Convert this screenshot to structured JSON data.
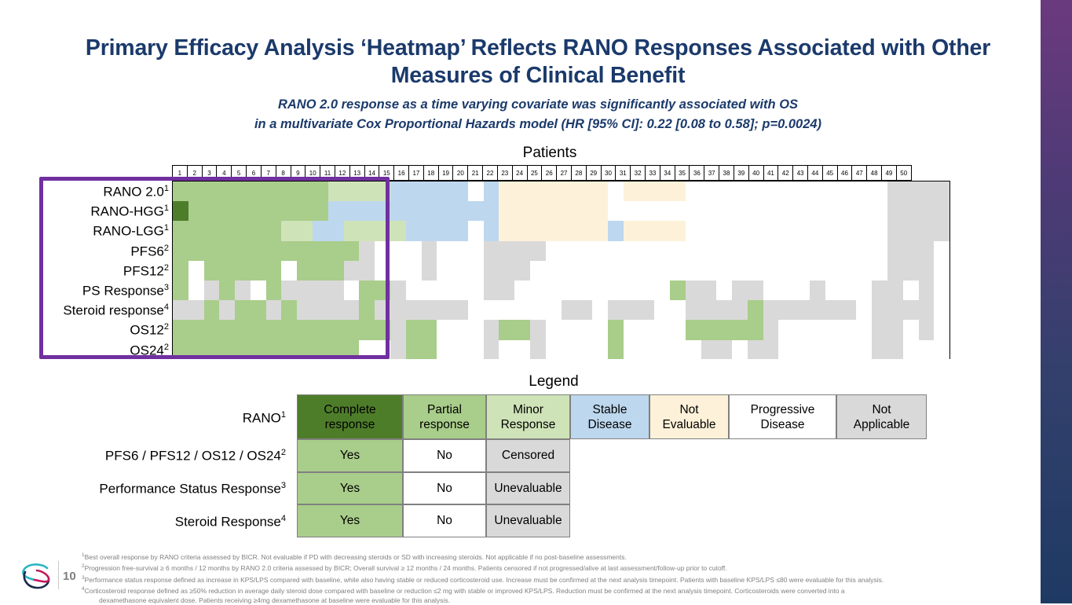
{
  "slide": {
    "title": "Primary Efficacy Analysis ‘Heatmap’ Reflects RANO Responses Associated with Other Measures of Clinical Benefit",
    "subtitle_line1": "RANO 2.0 response as a time varying covariate was significantly associated with OS",
    "subtitle_line2": "in a multivariate Cox Proportional Hazards model (HR [95% CI]: 0.22 [0.08 to 0.58]; p=0.0024)",
    "page_number": "10",
    "title_color": "#1b3a6b",
    "accent_box_color": "#7030a0"
  },
  "heatmap": {
    "axis_title": "Patients",
    "patient_numbers": [
      1,
      2,
      3,
      4,
      5,
      6,
      7,
      8,
      9,
      10,
      11,
      12,
      13,
      14,
      15,
      16,
      17,
      18,
      19,
      20,
      21,
      22,
      23,
      24,
      25,
      26,
      27,
      28,
      29,
      30,
      31,
      32,
      33,
      34,
      35,
      36,
      37,
      38,
      39,
      40,
      41,
      42,
      43,
      44,
      45,
      46,
      47,
      48,
      49,
      50
    ],
    "row_labels": [
      {
        "text": "RANO 2.0",
        "sup": "1"
      },
      {
        "text": "RANO-HGG",
        "sup": "1"
      },
      {
        "text": "RANO-LGG",
        "sup": "1"
      },
      {
        "text": "PFS6",
        "sup": "2"
      },
      {
        "text": "PFS12",
        "sup": "2"
      },
      {
        "text": "PS Response",
        "sup": "3"
      },
      {
        "text": "Steroid response",
        "sup": "4"
      },
      {
        "text": "OS12",
        "sup": "2"
      },
      {
        "text": "OS24",
        "sup": "2"
      }
    ],
    "palette": {
      "complete_response": "#4e7d2a",
      "partial_response": "#a9cd8a",
      "minor_response": "#cfe3b8",
      "stable_disease": "#bdd7ee",
      "not_evaluable": "#fdf2d9",
      "progressive_disease": "#ffffff",
      "not_applicable": "#d9d9d9",
      "yes": "#a9cd8a",
      "no": "#ffffff",
      "censored": "#d9d9d9"
    },
    "legend_keys": [
      "CR",
      "PR",
      "MR",
      "SD",
      "NE",
      "PD",
      "NA"
    ],
    "rows": [
      {
        "label": "RANO 2.0",
        "cells": [
          "PR",
          "PR",
          "PR",
          "PR",
          "PR",
          "PR",
          "PR",
          "PR",
          "PR",
          "PR",
          "MR",
          "MR",
          "MR",
          "MR",
          "SD",
          "SD",
          "SD",
          "SD",
          "SD",
          "PD",
          "SD",
          "NE",
          "NE",
          "NE",
          "NE",
          "NE",
          "NE",
          "NE",
          "PD",
          "NE",
          "NE",
          "NE",
          "NE",
          "PD",
          "PD",
          "PD",
          "PD",
          "PD",
          "PD",
          "PD",
          "PD",
          "PD",
          "PD",
          "PD",
          "PD",
          "PD",
          "NA",
          "NA",
          "NA",
          "NA"
        ]
      },
      {
        "label": "RANO-HGG",
        "cells": [
          "CR",
          "PR",
          "PR",
          "PR",
          "PR",
          "PR",
          "PR",
          "PR",
          "PR",
          "PR",
          "SD",
          "SD",
          "SD",
          "SD",
          "SD",
          "SD",
          "SD",
          "SD",
          "SD",
          "SD",
          "SD",
          "NE",
          "NE",
          "NE",
          "NE",
          "NE",
          "NE",
          "NE",
          "PD",
          "PD",
          "PD",
          "PD",
          "PD",
          "PD",
          "PD",
          "PD",
          "PD",
          "PD",
          "PD",
          "PD",
          "PD",
          "PD",
          "PD",
          "PD",
          "PD",
          "PD",
          "NA",
          "NA",
          "NA",
          "NA"
        ]
      },
      {
        "label": "RANO-LGG",
        "cells": [
          "PR",
          "PR",
          "PR",
          "PR",
          "PR",
          "PR",
          "PR",
          "MR",
          "MR",
          "SD",
          "SD",
          "MR",
          "MR",
          "MR",
          "MR",
          "SD",
          "SD",
          "SD",
          "SD",
          "PD",
          "SD",
          "NE",
          "NE",
          "NE",
          "NE",
          "NE",
          "NE",
          "NE",
          "SD",
          "NE",
          "NE",
          "NE",
          "NE",
          "PD",
          "PD",
          "PD",
          "PD",
          "PD",
          "PD",
          "PD",
          "PD",
          "PD",
          "PD",
          "PD",
          "PD",
          "PD",
          "NA",
          "NA",
          "NA",
          "NA"
        ]
      },
      {
        "label": "PFS6",
        "cells": [
          "yes",
          "yes",
          "yes",
          "yes",
          "yes",
          "yes",
          "yes",
          "yes",
          "yes",
          "yes",
          "yes",
          "yes",
          "censored",
          "no",
          "no",
          "no",
          "censored",
          "no",
          "no",
          "no",
          "censored",
          "censored",
          "censored",
          "censored",
          "no",
          "no",
          "no",
          "no",
          "no",
          "no",
          "no",
          "no",
          "no",
          "no",
          "no",
          "no",
          "no",
          "no",
          "no",
          "no",
          "no",
          "no",
          "no",
          "no",
          "no",
          "no",
          "censored",
          "censored",
          "censored",
          "no"
        ]
      },
      {
        "label": "PFS12",
        "cells": [
          "yes",
          "no",
          "yes",
          "yes",
          "yes",
          "yes",
          "yes",
          "no",
          "yes",
          "yes",
          "yes",
          "censored",
          "censored",
          "no",
          "no",
          "no",
          "censored",
          "no",
          "no",
          "no",
          "censored",
          "censored",
          "censored",
          "no",
          "no",
          "no",
          "no",
          "no",
          "no",
          "no",
          "no",
          "no",
          "no",
          "no",
          "no",
          "no",
          "no",
          "no",
          "no",
          "no",
          "no",
          "no",
          "no",
          "no",
          "no",
          "no",
          "censored",
          "censored",
          "censored",
          "no"
        ]
      },
      {
        "label": "PS Response",
        "cells": [
          "yes",
          "no",
          "censored",
          "yes",
          "censored",
          "no",
          "yes",
          "censored",
          "censored",
          "censored",
          "censored",
          "no",
          "yes",
          "yes",
          "censored",
          "no",
          "no",
          "no",
          "no",
          "no",
          "censored",
          "censored",
          "no",
          "no",
          "no",
          "no",
          "no",
          "no",
          "no",
          "no",
          "no",
          "no",
          "yes",
          "censored",
          "censored",
          "no",
          "censored",
          "censored",
          "no",
          "no",
          "no",
          "censored",
          "no",
          "no",
          "no",
          "censored",
          "censored",
          "no",
          "censored",
          "no"
        ]
      },
      {
        "label": "Steroid response",
        "cells": [
          "censored",
          "censored",
          "yes",
          "censored",
          "yes",
          "yes",
          "censored",
          "yes",
          "censored",
          "censored",
          "censored",
          "censored",
          "yes",
          "censored",
          "censored",
          "censored",
          "censored",
          "censored",
          "censored",
          "no",
          "no",
          "no",
          "no",
          "no",
          "no",
          "censored",
          "censored",
          "no",
          "censored",
          "censored",
          "censored",
          "no",
          "no",
          "censored",
          "censored",
          "censored",
          "censored",
          "yes",
          "censored",
          "censored",
          "censored",
          "censored",
          "censored",
          "censored",
          "no",
          "censored",
          "censored",
          "censored",
          "censored",
          "no"
        ]
      },
      {
        "label": "OS12",
        "cells": [
          "yes",
          "yes",
          "yes",
          "yes",
          "yes",
          "yes",
          "yes",
          "yes",
          "yes",
          "yes",
          "yes",
          "yes",
          "yes",
          "yes",
          "censored",
          "yes",
          "yes",
          "no",
          "no",
          "no",
          "censored",
          "yes",
          "yes",
          "censored",
          "no",
          "no",
          "no",
          "no",
          "yes",
          "no",
          "no",
          "no",
          "no",
          "yes",
          "yes",
          "yes",
          "yes",
          "yes",
          "censored",
          "no",
          "no",
          "no",
          "no",
          "no",
          "no",
          "censored",
          "censored",
          "no",
          "censored",
          "no"
        ]
      },
      {
        "label": "OS24",
        "cells": [
          "yes",
          "yes",
          "yes",
          "yes",
          "yes",
          "yes",
          "yes",
          "yes",
          "yes",
          "yes",
          "yes",
          "yes",
          "no",
          "no",
          "censored",
          "yes",
          "yes",
          "no",
          "no",
          "no",
          "censored",
          "no",
          "no",
          "censored",
          "no",
          "no",
          "no",
          "no",
          "yes",
          "no",
          "no",
          "no",
          "no",
          "no",
          "censored",
          "censored",
          "no",
          "censored",
          "censored",
          "no",
          "no",
          "no",
          "no",
          "no",
          "no",
          "censored",
          "censored",
          "no",
          "no",
          "no"
        ]
      }
    ]
  },
  "legend": {
    "title": "Legend",
    "row_labels": [
      {
        "text": "RANO",
        "sup": "1"
      },
      {
        "text": "PFS6 / PFS12 / OS12 / OS24",
        "sup": "2"
      },
      {
        "text": "Performance Status Response",
        "sup": "3"
      },
      {
        "text": "Steroid Response",
        "sup": "4"
      }
    ],
    "header_cells": [
      {
        "line1": "Complete",
        "line2": "response",
        "key": "CR"
      },
      {
        "line1": "Partial",
        "line2": "response",
        "key": "PR"
      },
      {
        "line1": "Minor",
        "line2": "Response",
        "key": "MR"
      },
      {
        "line1": "Stable",
        "line2": "Disease",
        "key": "SD"
      },
      {
        "line1": "Not",
        "line2": "Evaluable",
        "key": "NE"
      },
      {
        "line1": "Progressive",
        "line2": "Disease",
        "key": "PD"
      },
      {
        "line1": "Not",
        "line2": "Applicable",
        "key": "NA"
      }
    ],
    "body_rows": [
      [
        {
          "line1": "Yes",
          "key": "yes"
        },
        {
          "line1": "No",
          "key": "no"
        },
        {
          "line1": "Censored",
          "key": "censored"
        }
      ],
      [
        {
          "line1": "Yes",
          "key": "yes"
        },
        {
          "line1": "No",
          "key": "no"
        },
        {
          "line1": "Unevaluable",
          "key": "censored"
        }
      ],
      [
        {
          "line1": "Yes",
          "key": "yes"
        },
        {
          "line1": "No",
          "key": "no"
        },
        {
          "line1": "Unevaluable",
          "key": "censored"
        }
      ]
    ]
  },
  "footnotes": [
    {
      "sup": "1",
      "text": "Best overall response by RANO criteria assessed by BICR. Not evaluable if PD with decreasing steroids or SD with increasing steroids. Not applicable if no post-baseline assessments.",
      "indent": false
    },
    {
      "sup": "2",
      "text": "Progression free-survival ≥ 6 months / 12 months by RANO 2.0 criteria assessed by BICR; Overall survival ≥ 12 months / 24 months. Patients censored if not progressed/alive at last assessment/follow-up prior to cutoff.",
      "indent": false
    },
    {
      "sup": "3",
      "text": "Performance status response defined as increase in KPS/LPS compared with baseline, while also having stable or reduced corticosteroid use. Increase must be confirmed at the next analysis timepoint. Patients with baseline KPS/LPS ≤80 were evaluable for this analysis.",
      "indent": false
    },
    {
      "sup": "4",
      "text": "Corticosteroid response defined as ≥50% reduction in average daily steroid dose compared with baseline or reduction ≤2 mg with stable or improved KPS/LPS. Reduction must be confirmed at the next analysis timepoint. Corticosteroids were converted into a",
      "indent": false
    },
    {
      "sup": "",
      "text": "dexamethasone equivalent dose.  Patients receiving ≥4mg dexamethasone at baseline were evaluable for this analysis.",
      "indent": true
    }
  ]
}
